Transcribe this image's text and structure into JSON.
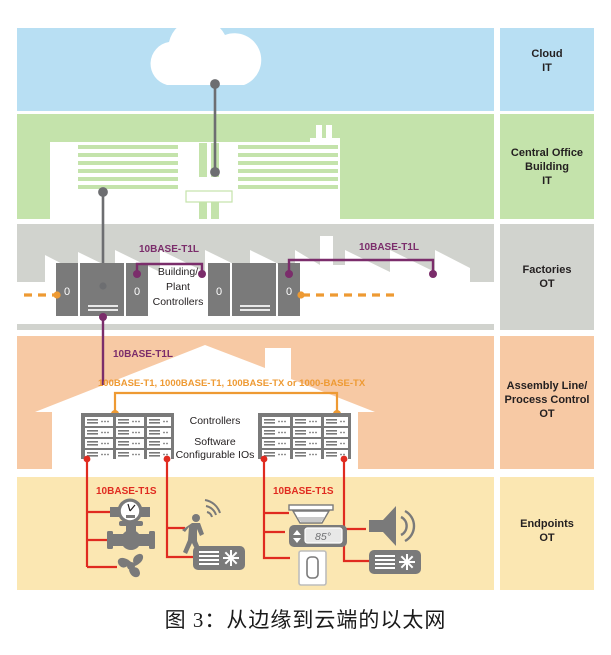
{
  "figure": {
    "caption": "图 3：从边缘到云端的以太网"
  },
  "colors": {
    "cloud_band": "#b8dff3",
    "central_office_band": "#c4e3ab",
    "factories_band": "#d1d3ce",
    "assembly_band": "#f7c9a4",
    "endpoints_band": "#fbe7b2",
    "purple_link": "#7b2d6b",
    "orange_link": "#ee9a33",
    "red_link": "#e02b20",
    "gray_link": "#6d6e71",
    "device_gray": "#7a7a7a",
    "label_text": "#231f20"
  },
  "layers": [
    {
      "id": "cloud",
      "title_lines": [
        "Cloud",
        "IT"
      ]
    },
    {
      "id": "central-office",
      "title_lines": [
        "Central Office",
        "Building",
        "IT"
      ]
    },
    {
      "id": "factories",
      "title_lines": [
        "Factories",
        "OT"
      ]
    },
    {
      "id": "assembly",
      "title_lines": [
        "Assembly Line/",
        "Process Control",
        "OT"
      ]
    },
    {
      "id": "endpoints",
      "title_lines": [
        "Endpoints",
        "OT"
      ]
    }
  ],
  "factories": {
    "link_label_left": "10BASE-T1L",
    "link_label_right": "10BASE-T1L",
    "controllers_label_lines": [
      "Building/",
      "Plant",
      "Controllers"
    ],
    "port_marks": [
      "0",
      "0",
      "0",
      "0"
    ]
  },
  "assembly": {
    "uplink_label": "10BASE-T1L",
    "backbone_label": "100BASE-T1, 1000BASE-T1, 100BASE-TX or 1000-BASE-TX",
    "center_label_lines": [
      "Controllers",
      "Software",
      "Configurable IOs"
    ]
  },
  "endpoints": {
    "link_label_left": "10BASE-T1S",
    "link_label_right": "10BASE-T1S",
    "thermostat_value": "85°",
    "devices": [
      "water-meter-icon",
      "valve-icon",
      "fan-icon",
      "motion-sensor-icon",
      "hvac-unit-icon",
      "ceiling-light-icon",
      "thermostat-icon",
      "light-switch-icon",
      "speaker-icon",
      "hvac-unit-icon"
    ]
  }
}
